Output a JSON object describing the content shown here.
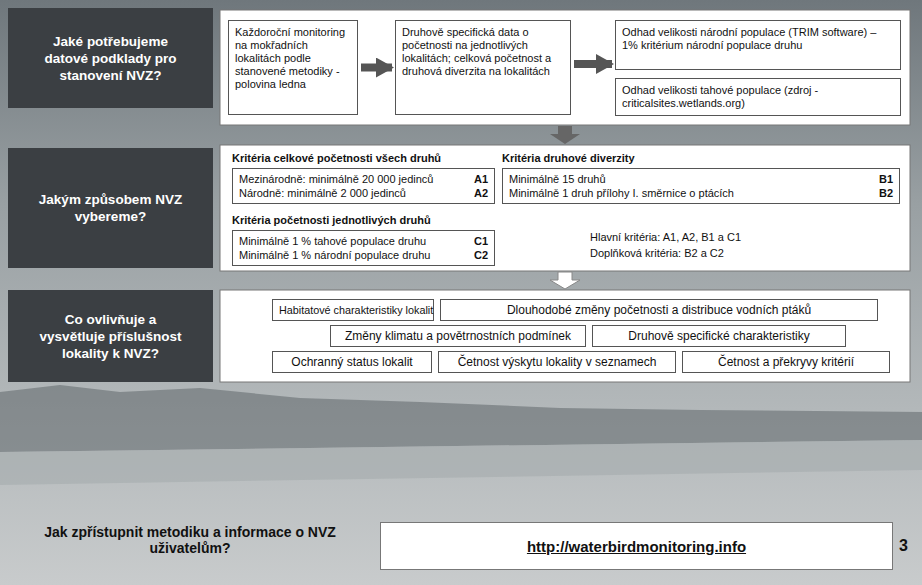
{
  "diagram": {
    "nodes": [
      {
        "text": [
          "Jaké potřebujeme datové podklady pro stanovení NVZ?"
        ]
      },
      {
        "text": [
          "Každoroční monitoring na mokřadních lokalitách podle stanovené metodiky - polovina ledna"
        ]
      },
      {
        "text": [
          "Druhově specifická data o početnosti na jednotlivých lokalitách; celková početnost a druhová diverzita na lokalitách"
        ]
      },
      {
        "text": [
          "Odhad velikosti národní populace (TRIM software) – 1% kritérium národní populace druhu"
        ]
      },
      {
        "text": [
          "Odhad velikosti tahové populace (zdroj - criticalsites.wetlands.org)"
        ]
      },
      {
        "text": [
          "Jakým způsobem NVZ vybereme?"
        ]
      },
      {
        "text": [
          "Kritéria celkové početnosti všech druhů",
          "Mezinárodně: minimálně 20 000 jedinců",
          "A1",
          "Národně: minimálně 2 000 jedinců",
          "A2"
        ]
      },
      {
        "text": [
          "Kritéria druhové diverzity",
          "Minimálně 15 druhů",
          "B1",
          "Minimálně 1 druh přílohy I. směrnice o ptácích",
          "B2"
        ]
      },
      {
        "text": [
          "Kritéria početnosti jednotlivých druhů",
          "Minimálně 1 % tahové populace druhu",
          "C1",
          "Minimálně 1 % národní populace druhu",
          "C2"
        ]
      },
      {
        "text": [
          "Co ovlivňuje a vysvětluje příslušnost lokality k NVZ?"
        ]
      },
      {
        "text": [
          "Habitatové charakteristiky lokalit"
        ]
      },
      {
        "text": [
          "Dlouhodobé změny početnosti a distribuce vodních ptáků"
        ]
      },
      {
        "text": [
          "Změny klimatu a povětrnostních podmínek"
        ]
      },
      {
        "text": [
          "Druhově specifické charakteristiky"
        ]
      },
      {
        "text": [
          "Ochranný status lokalit"
        ]
      },
      {
        "text": [
          "Četnost výskytu lokality v seznamech"
        ]
      },
      {
        "text": [
          "Četnost a překryvy kritérií"
        ]
      },
      {
        "text": [
          "http://waterbirdmonitoring.info"
        ]
      }
    ],
    "edges": [
      {
        "from": 1,
        "to": 2,
        "arrow": "to"
      },
      {
        "from": 2,
        "to": 3,
        "arrow": "to"
      }
    ],
    "labels": [
      "Hlavní kritéria: A1, A2, B1 a C1",
      "Doplňková kritéria: B2 a C2",
      "Jak zpřístupnit metodiku a informace o NVZ uživatelům?",
      "3"
    ]
  }
}
